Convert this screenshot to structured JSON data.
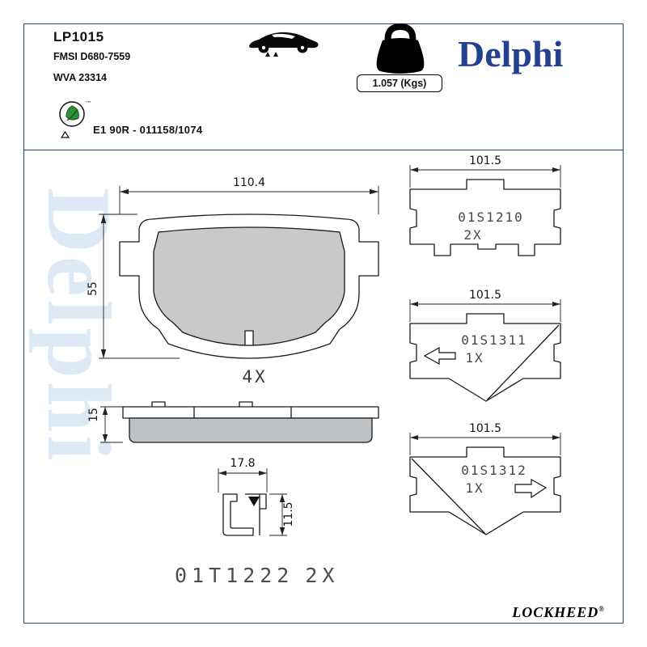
{
  "header": {
    "part_number": "LP1015",
    "fmsi": "FMSI D680-7559",
    "wva": "WVA 23314",
    "weight": "1.057 (Kgs)",
    "brand": "Delphi",
    "approval": "E1 90R - 011158/1074",
    "tm": "™"
  },
  "watermark": "Delphi",
  "drawings": {
    "pad_front": {
      "width_dim": "110.4",
      "height_dim": "55",
      "qty": "4X"
    },
    "pad_side": {
      "thickness_dim": "15"
    },
    "clip": {
      "width_dim": "17.8",
      "height_dim": "11.5",
      "label": "01T1222",
      "qty": "2X"
    },
    "shims": [
      {
        "width_dim": "101.5",
        "part": "01S1210",
        "qty": "2X",
        "arrow": "none"
      },
      {
        "width_dim": "101.5",
        "part": "01S1311",
        "qty": "1X",
        "arrow": "left"
      },
      {
        "width_dim": "101.5",
        "part": "01S1312",
        "qty": "1X",
        "arrow": "right"
      }
    ]
  },
  "footer": {
    "brand": "LOCKHEED",
    "reg": "®"
  },
  "icons": {
    "car": "car-silhouette",
    "weight": "kettlebell",
    "eco": "leaf-badge",
    "arrow_left": "outline-arrow-left",
    "arrow_right": "outline-arrow-right"
  },
  "colors": {
    "brand_blue": "#24418f",
    "frame_blue": "#27418c",
    "watermark_blue": "#dde9f5",
    "pad_gray": "#c8c9ca",
    "stencil_gray": "#4d4d4d",
    "line_black": "#1a1a1a"
  }
}
